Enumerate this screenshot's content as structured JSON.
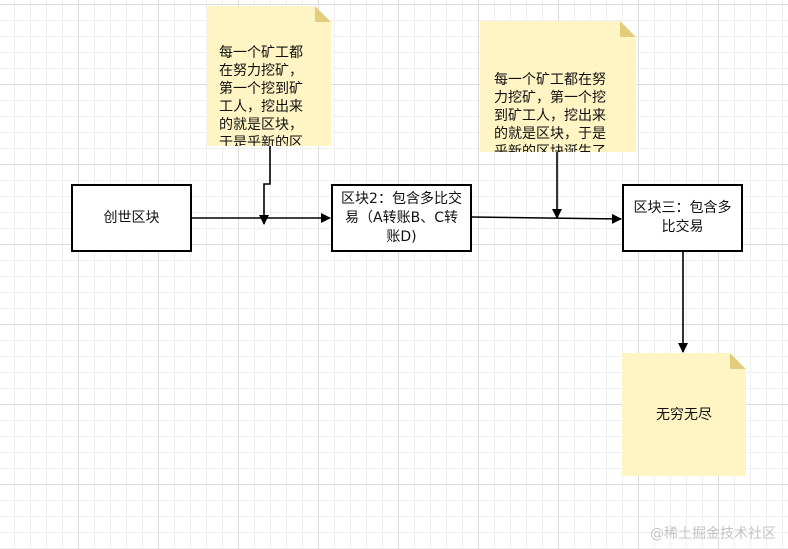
{
  "diagram": {
    "nodes": {
      "genesis": "创世区块",
      "block2": "区块2：包含多比交易（A转账B、C转账D)",
      "block3": "区块三：包含多比交易"
    },
    "notes": {
      "note1": "每一个矿工都\n在努力挖矿，\n第一个挖到矿\n工人，挖出来\n的就是区块，\n于是乎新的区\n块诞生了",
      "note2": "每一个矿工都在努\n力挖矿，第一个挖\n到矿工人，挖出来\n的就是区块，于是\n乎新的区块诞生了",
      "note3": "无穷无尽"
    },
    "edges": [
      {
        "from": "genesis",
        "to": "block2"
      },
      {
        "from": "note1",
        "to": "edge:genesis-block2"
      },
      {
        "from": "block2",
        "to": "block3"
      },
      {
        "from": "note2",
        "to": "edge:block2-block3"
      },
      {
        "from": "block3",
        "to": "note3"
      }
    ],
    "colors": {
      "note_fill": "#fff4c3",
      "note_fold": "#e3cd7d",
      "line": "#000000",
      "grid": "#dcdcdc"
    }
  },
  "watermark": "@稀土掘金技术社区"
}
